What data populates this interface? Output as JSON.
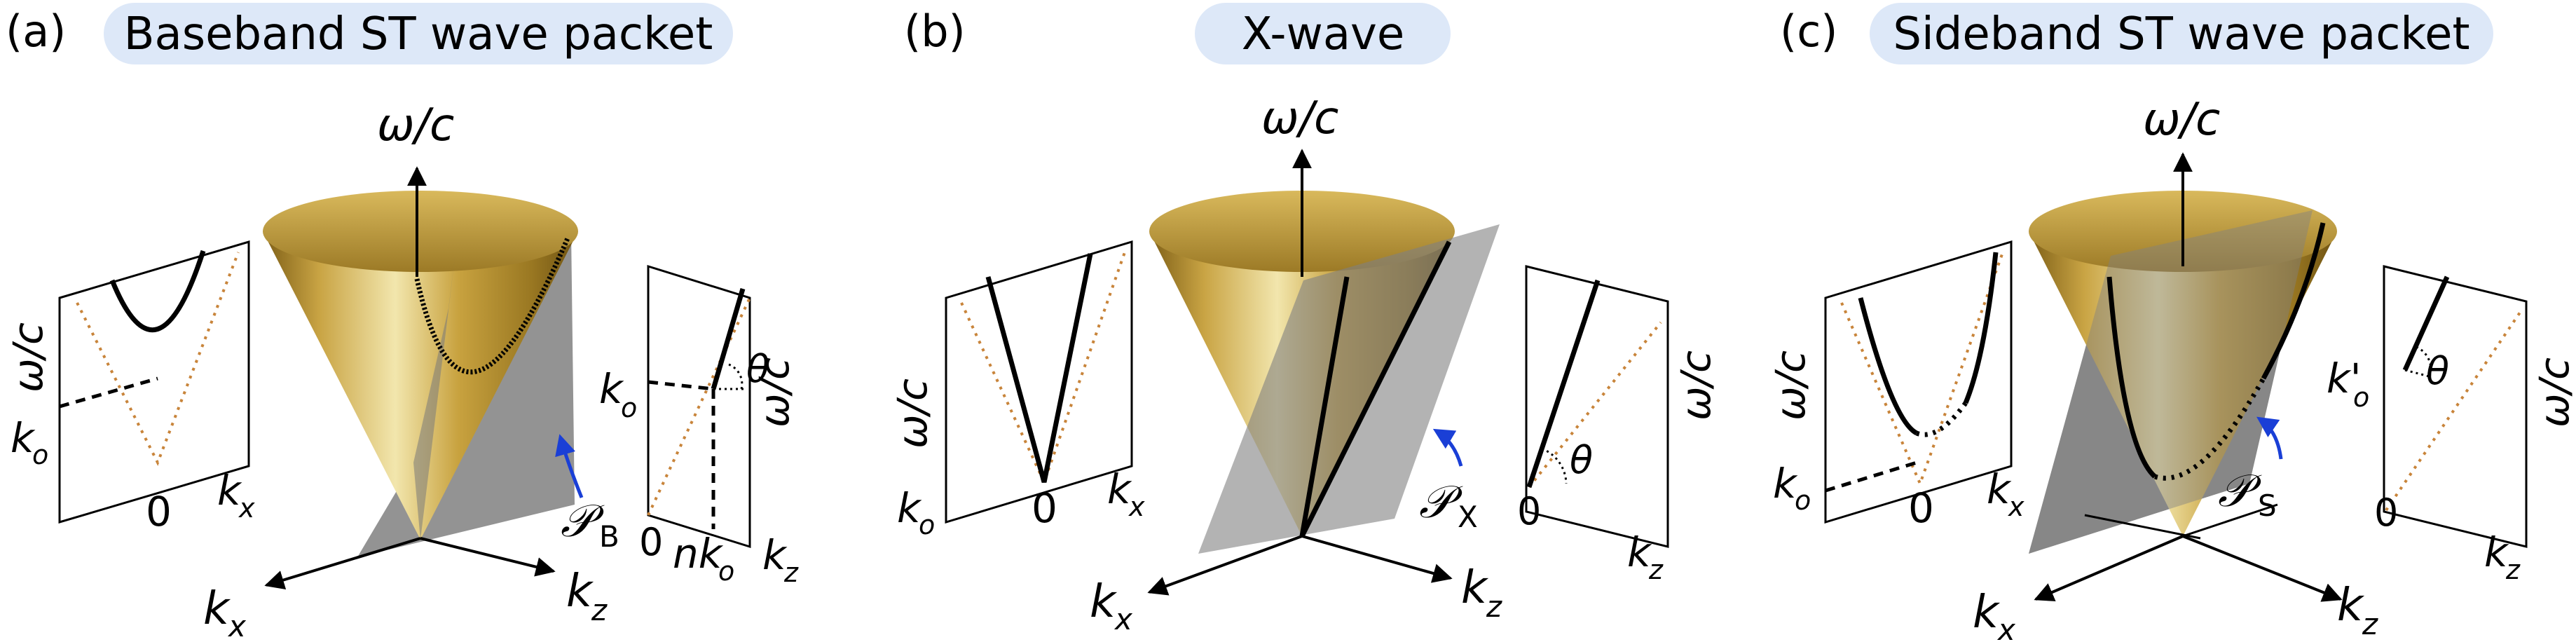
{
  "panels": [
    {
      "letter": "(a)",
      "title": "Baseband ST wave packet",
      "axis_w": "ω/c",
      "axis_kx": "k",
      "axis_kx_sub": "x",
      "axis_kz": "k",
      "axis_kz_sub": "z",
      "plane_main": "𝒫",
      "plane_sub": "B",
      "left_ylabel": "ω/c",
      "left_ko": "k",
      "left_ko_sub": "o",
      "left_zero": "0",
      "left_kx": "k",
      "left_kx_sub": "x",
      "right_ylabel": "ω/c",
      "right_ko": "k",
      "right_ko_sub": "o",
      "right_theta": "θ",
      "right_zero": "0",
      "right_nko": "nk",
      "right_nko_sub": "o",
      "right_kz": "k",
      "right_kz_sub": "z"
    },
    {
      "letter": "(b)",
      "title": "X-wave",
      "axis_w": "ω/c",
      "axis_kx": "k",
      "axis_kx_sub": "x",
      "axis_kz": "k",
      "axis_kz_sub": "z",
      "plane_main": "𝒫",
      "plane_sub": "X",
      "left_ylabel": "ω/c",
      "left_ko": "k",
      "left_ko_sub": "o",
      "left_zero": "0",
      "left_kx": "k",
      "left_kx_sub": "x",
      "right_ylabel": "ω/c",
      "right_theta": "θ",
      "right_zero": "0",
      "right_kz": "k",
      "right_kz_sub": "z"
    },
    {
      "letter": "(c)",
      "title": "Sideband ST wave packet",
      "axis_w": "ω/c",
      "axis_kx": "k",
      "axis_kx_sub": "x",
      "axis_kz": "k",
      "axis_kz_sub": "z",
      "plane_main": "𝒫",
      "plane_sub": "S",
      "left_ylabel": "ω/c",
      "left_ko": "k",
      "left_ko_sub": "o",
      "left_zero": "0",
      "left_kx": "k",
      "left_kx_sub": "x",
      "right_ylabel": "ω/c",
      "right_ko": "k'",
      "right_ko_sub": "o",
      "right_theta": "θ",
      "right_zero": "0",
      "right_kz": "k",
      "right_kz_sub": "z"
    }
  ],
  "colors": {
    "pill": "#dde8f8",
    "cone_dark": "#8a6a1c",
    "cone_mid": "#c9a444",
    "cone_light": "#efe3a8",
    "plane": "#7f7f7f",
    "light_line": "#c8843a",
    "curve": "#000000",
    "arrow_blue": "#1a3fd6"
  }
}
